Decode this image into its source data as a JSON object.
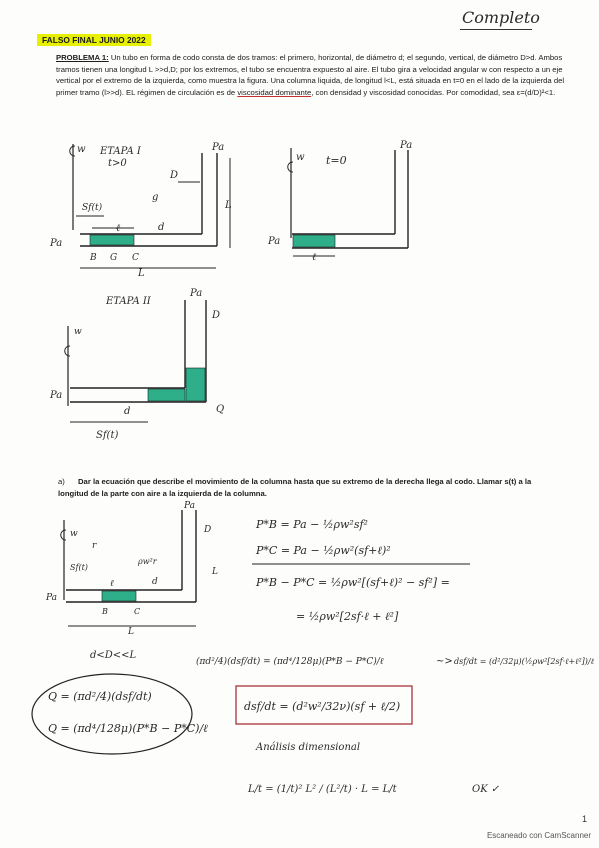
{
  "header": {
    "title": "FALSO FINAL JUNIO 2022",
    "stamp": "Completo"
  },
  "problem": {
    "label": "PROBLEMA 1:",
    "text": "Un tubo en forma de codo consta de dos tramos: el primero, horizontal, de diámetro d; el segundo, vertical, de diámetro D>d. Ambos tramos tienen una longitud L >>d,D; por los extremos, el tubo se encuentra expuesto al aire. El tubo gira a velocidad angular w con respecto a un eje vertical por el extremo de la izquierda, como muestra la figura. Una columna liquida, de longitud l<L, está situada en t=0 en el lado de la izquierda del primer tramo (l>>d). EL régimen de circulación es de",
    "underlined": "viscosidad dominante",
    "tail": ", con densidad y viscosidad conocidas. Por comodidad, sea ε=(d/D)²<1."
  },
  "figures": {
    "stage1": {
      "title": "ETAPA I",
      "time": "t>0",
      "w": "w",
      "pa_top": "Pa",
      "pa_left": "Pa",
      "D": "D",
      "g": "g",
      "d": "d",
      "sf": "Sf(t)",
      "l": "ℓ",
      "B": "B",
      "G": "G",
      "C": "C",
      "L_vert": "L",
      "L_horiz": "L"
    },
    "t0": {
      "time": "t=0",
      "w": "w",
      "pa_top": "Pa",
      "pa_left": "Pa",
      "l": "ℓ"
    },
    "stage2": {
      "title": "ETAPA II",
      "w": "w",
      "pa_top": "Pa",
      "pa_left": "Pa",
      "D": "D",
      "d": "d",
      "Q": "Q",
      "sf": "Sf(t)"
    }
  },
  "question_a": {
    "lead": "a)",
    "text": "Dar la ecuación que describe el movimiento de la columna hasta que su extremo de la derecha llega al codo. Llamar s(t) a la longitud de la parte con aire a la izquierda de la columna."
  },
  "solution": {
    "fig": {
      "pa_top": "Pa",
      "pa_left": "Pa",
      "w": "w",
      "r": "r",
      "sf": "Sf(t)",
      "l": "ℓ",
      "d": "d",
      "D": "D",
      "B": "B",
      "C": "C",
      "L_vert": "L",
      "L_horiz": "L",
      "pw2r": "ρw²r"
    },
    "cond": "d<D<<L",
    "eq1": "P*B = Pa − ½ρw²sf²",
    "eq2": "P*C = Pa − ½ρw²(sf+ℓ)²",
    "eq3": "P*B − P*C = ½ρw²[(sf+ℓ)² − sf²] =",
    "eq4": "= ½ρw²[2sf·ℓ + ℓ²]",
    "q1": "Q = (πd²/4)(dsf/dt)",
    "q2": "Q = (πd⁴/128μ)(P*B − P*C)/ℓ",
    "eq5": "(πd²/4)(dsf/dt) = (πd⁴/128μ)(P*B − P*C)/ℓ",
    "arrow": "~>",
    "eq6": "dsf/dt = (d²/32μ)(½ρw²[2sf·ℓ+ℓ²])/ℓ",
    "boxed": "dsf/dt = (d²w²/32ν)(sf + ℓ/2)",
    "dim_title": "Análisis dimensional",
    "dim_eq": "L/t = (1/t)² L² / (L²/t) · L = L/t",
    "ok": "OK ✓"
  },
  "footer": {
    "page_number": "1",
    "scanner": "Escaneado con CamScanner"
  },
  "colors": {
    "highlight": "#e6f000",
    "fluid": "#2fae8a",
    "ink": "#1c1c1c",
    "box": "#a8343a"
  }
}
